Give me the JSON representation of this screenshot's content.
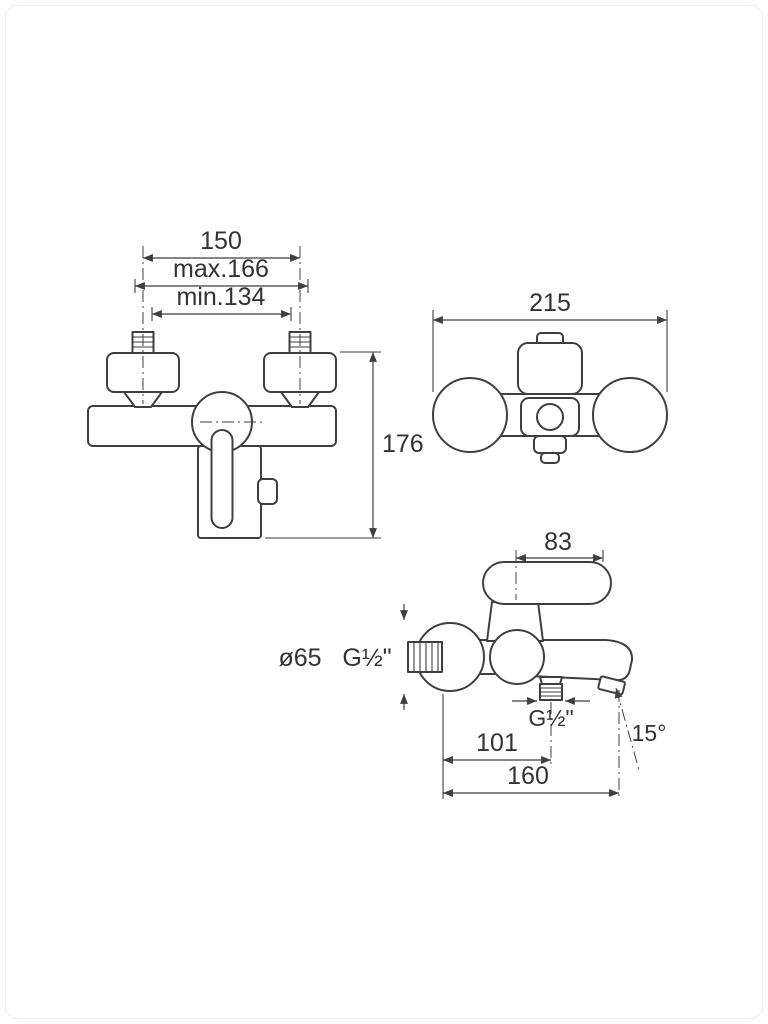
{
  "page": {
    "background": "#ffffff",
    "frame_color": "#ececec"
  },
  "drawing": {
    "line_color": "#3f3f3f",
    "text_color": "#333333",
    "front_view": {
      "dim_hole_distance": "150",
      "dim_hole_distance_max": "max.166",
      "dim_hole_distance_min": "min.134",
      "dim_height": "176"
    },
    "top_view": {
      "dim_width": "215"
    },
    "side_view": {
      "dim_handle_depth": "83",
      "dim_escutcheon_diameter": "ø65",
      "dim_inlet_thread": "G½\"",
      "dim_shower_outlet_thread": "G½\"",
      "dim_spout_angle": "15°",
      "dim_shower_outlet_depth": "101",
      "dim_total_depth": "160"
    }
  }
}
